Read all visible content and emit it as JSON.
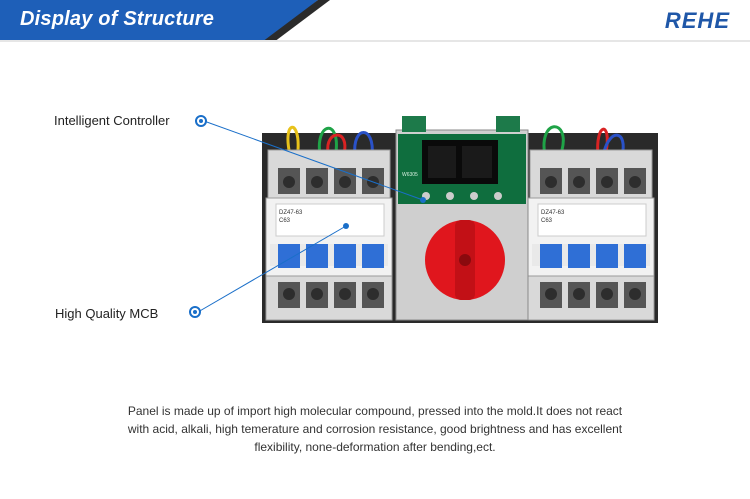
{
  "header": {
    "title": "Display of Structure",
    "brand": "REHE"
  },
  "callouts": [
    {
      "label": "Intelligent Controller"
    },
    {
      "label": "High Quality MCB"
    }
  ],
  "product": {
    "breaker_left_model": "DZ47-63",
    "breaker_left_rating": "C63",
    "breaker_right_model": "DZ47-63",
    "breaker_right_rating": "C63",
    "controller_code": "W6305"
  },
  "caption": {
    "lines": [
      "Panel is made up of import high molecular compound, pressed into the mold.It does not react",
      "with acid, alkali, high temerature and corrosion resistance, good brightness and has excellent",
      "flexibility, none-deformation after bending,ect."
    ]
  },
  "colors": {
    "banner_blue": "#1e5fb8",
    "banner_dark": "#2b2b2b",
    "brand_blue": "#1f57a8",
    "callout_blue": "#1a6fc9",
    "knob_red": "#e0161d",
    "mcb_blue": "#2f6fd6",
    "controller_green": "#1d7a4a"
  }
}
